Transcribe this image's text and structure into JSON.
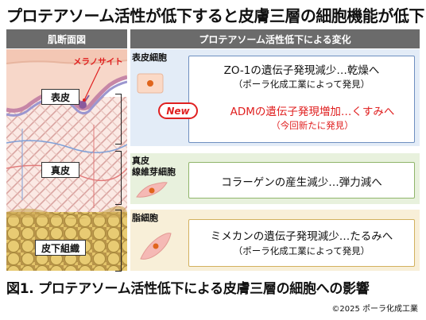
{
  "title": "プロテアソーム活性が低下すると皮膚三層の細胞機能が低下",
  "headers": {
    "left": "肌断面図",
    "right": "プロテアソーム活性低下による変化"
  },
  "skin": {
    "melanocyte_label": "メラノサイト",
    "layers": [
      "表皮",
      "真皮",
      "皮下組織"
    ]
  },
  "rows": [
    {
      "cell_label": "表皮細胞",
      "lines": [
        "ZO-1の遺伝子発現減少…乾燥へ",
        "（ポーラ化成工業によって発見）",
        "ADMの遺伝子発現増加…くすみへ",
        "（今回新たに発見）"
      ],
      "badge": "New"
    },
    {
      "cell_label": "真皮\n線維芽細胞",
      "lines": [
        "コラーゲンの産生減少…弾力減へ"
      ]
    },
    {
      "cell_label": "脂細胞",
      "lines": [
        "ミメカンの遺伝子発現減少…たるみへ",
        "（ポーラ化成工業によって発見）"
      ]
    }
  ],
  "caption": "図1. プロテアソーム活性低下による皮膚三層の細胞への影響",
  "copyright": "©2025 ポーラ化成工業",
  "colors": {
    "header_bg": "#6b6b6b",
    "epidermis_band": "#e3ecf7",
    "dermis_band": "#e8f1dd",
    "subcutis_band": "#f8efd8",
    "accent_red": "#e02020",
    "cell_orange": "#e0651c"
  }
}
